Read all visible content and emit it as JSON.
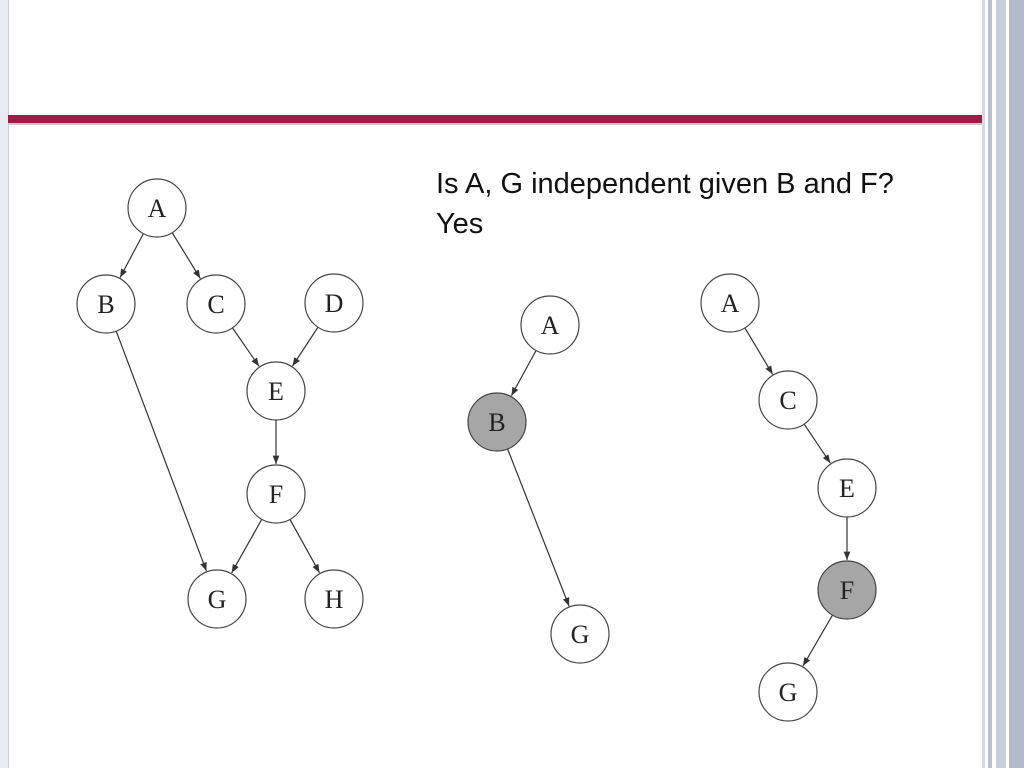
{
  "slide": {
    "question": "Is A, G independent  given B and F?",
    "answer": "Yes",
    "colors": {
      "accent": "#9e1b45",
      "observed_fill": "#a6a6a6",
      "node_fill": "#ffffff",
      "edge": "#333333"
    }
  },
  "graphs": [
    {
      "name": "full-network",
      "nodes": [
        {
          "id": "A",
          "label": "A",
          "observed": false
        },
        {
          "id": "B",
          "label": "B",
          "observed": false
        },
        {
          "id": "C",
          "label": "C",
          "observed": false
        },
        {
          "id": "D",
          "label": "D",
          "observed": false
        },
        {
          "id": "E",
          "label": "E",
          "observed": false
        },
        {
          "id": "F",
          "label": "F",
          "observed": false
        },
        {
          "id": "G",
          "label": "G",
          "observed": false
        },
        {
          "id": "H",
          "label": "H",
          "observed": false
        }
      ],
      "edges": [
        [
          "A",
          "B"
        ],
        [
          "A",
          "C"
        ],
        [
          "C",
          "E"
        ],
        [
          "D",
          "E"
        ],
        [
          "E",
          "F"
        ],
        [
          "B",
          "G"
        ],
        [
          "F",
          "G"
        ],
        [
          "F",
          "H"
        ]
      ]
    },
    {
      "name": "path-via-b",
      "nodes": [
        {
          "id": "A",
          "label": "A",
          "observed": false
        },
        {
          "id": "B",
          "label": "B",
          "observed": true
        },
        {
          "id": "G",
          "label": "G",
          "observed": false
        }
      ],
      "edges": [
        [
          "A",
          "B"
        ],
        [
          "B",
          "G"
        ]
      ]
    },
    {
      "name": "path-via-f",
      "nodes": [
        {
          "id": "A",
          "label": "A",
          "observed": false
        },
        {
          "id": "C",
          "label": "C",
          "observed": false
        },
        {
          "id": "E",
          "label": "E",
          "observed": false
        },
        {
          "id": "F",
          "label": "F",
          "observed": true
        },
        {
          "id": "G",
          "label": "G",
          "observed": false
        }
      ],
      "edges": [
        [
          "A",
          "C"
        ],
        [
          "C",
          "E"
        ],
        [
          "E",
          "F"
        ],
        [
          "F",
          "G"
        ]
      ]
    }
  ]
}
